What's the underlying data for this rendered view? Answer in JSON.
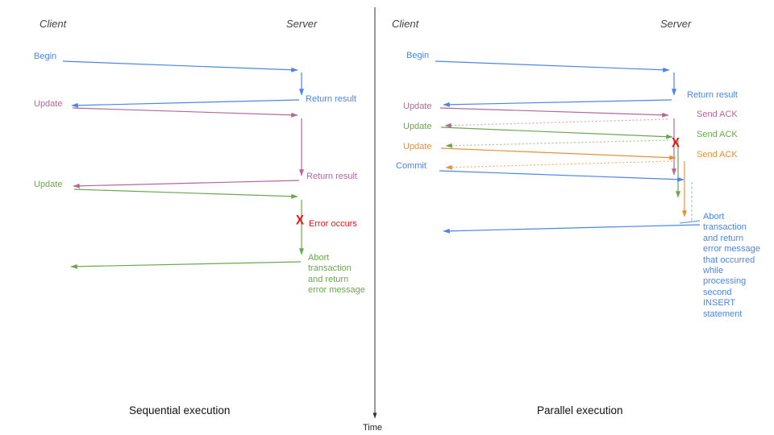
{
  "left": {
    "client_label": "Client",
    "server_label": "Server",
    "begin": "Begin",
    "return_result_1": "Return result",
    "update_1": "Update",
    "return_result_2": "Return result",
    "update_2": "Update",
    "error_label": "Error occurs",
    "abort_text": "Abort\ntransaction\nand return\nerror message",
    "caption": "Sequential execution"
  },
  "right": {
    "client_label": "Client",
    "server_label": "Server",
    "begin": "Begin",
    "return_result": "Return result",
    "update_1": "Update",
    "send_ack_1": "Send ACK",
    "update_2": "Update",
    "send_ack_2": "Send ACK",
    "update_3": "Update",
    "send_ack_3": "Send ACK",
    "commit": "Commit",
    "abort_text": "Abort\ntransaction\nand return\nerror message\nthat occurred\nwhile\nprocessing\nsecond\nINSERT\nstatement",
    "caption": "Parallel execution"
  },
  "axis": {
    "time_label": "Time"
  },
  "icons": {
    "error_marker": "X"
  },
  "colors": {
    "blue": "#4a86e8",
    "pink": "#b5679a",
    "green": "#6aa84f",
    "orange": "#e69138",
    "red": "#e81414",
    "light_pink": "#d5a6bd",
    "light_green": "#9fcb87",
    "light_orange": "#f6b26b",
    "light_blue": "#9fc0f2",
    "axis_gray": "#333333"
  }
}
